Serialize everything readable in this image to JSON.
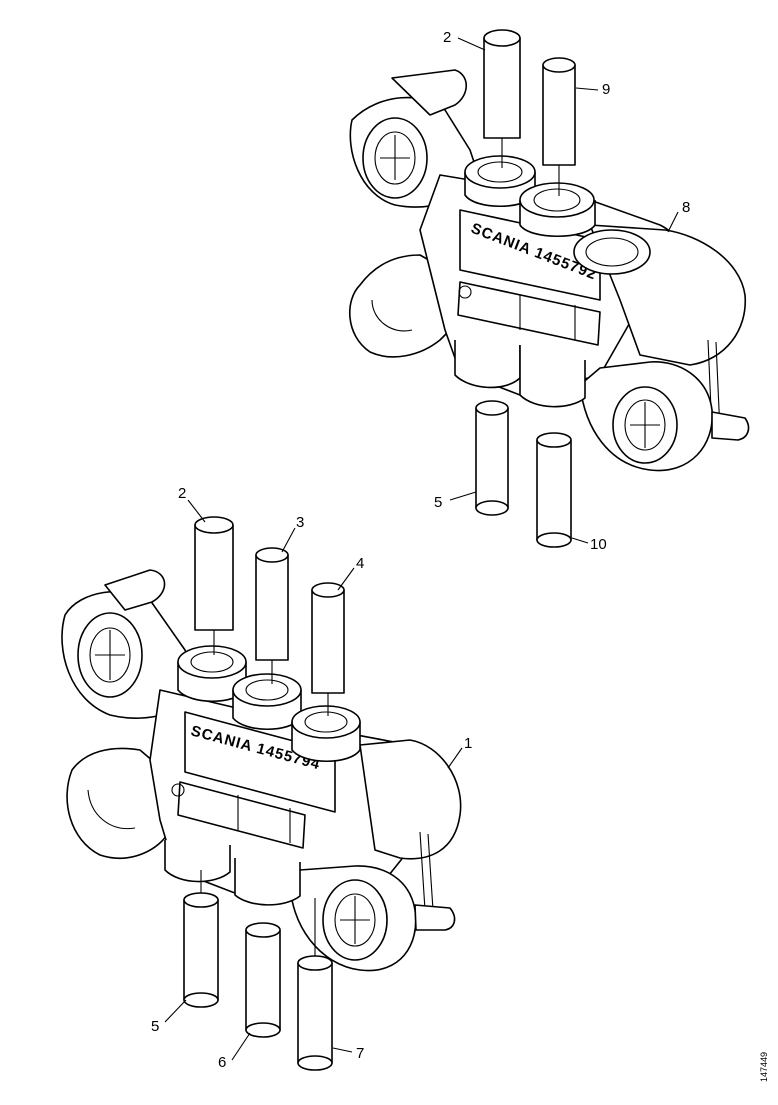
{
  "figure_ref": "147449",
  "upper_assembly": {
    "engraving": "SCANIA 1455792",
    "labels": {
      "pipe_top_left": "2",
      "pipe_top_right": "9",
      "block": "8",
      "pipe_bottom_left": "5",
      "pipe_bottom_right": "10"
    }
  },
  "lower_assembly": {
    "engraving": "SCANIA 1455794",
    "labels": {
      "pipe_top_1": "2",
      "pipe_top_2": "3",
      "pipe_top_3": "4",
      "block": "1",
      "pipe_bottom_1": "5",
      "pipe_bottom_2": "6",
      "pipe_bottom_3": "7"
    }
  }
}
